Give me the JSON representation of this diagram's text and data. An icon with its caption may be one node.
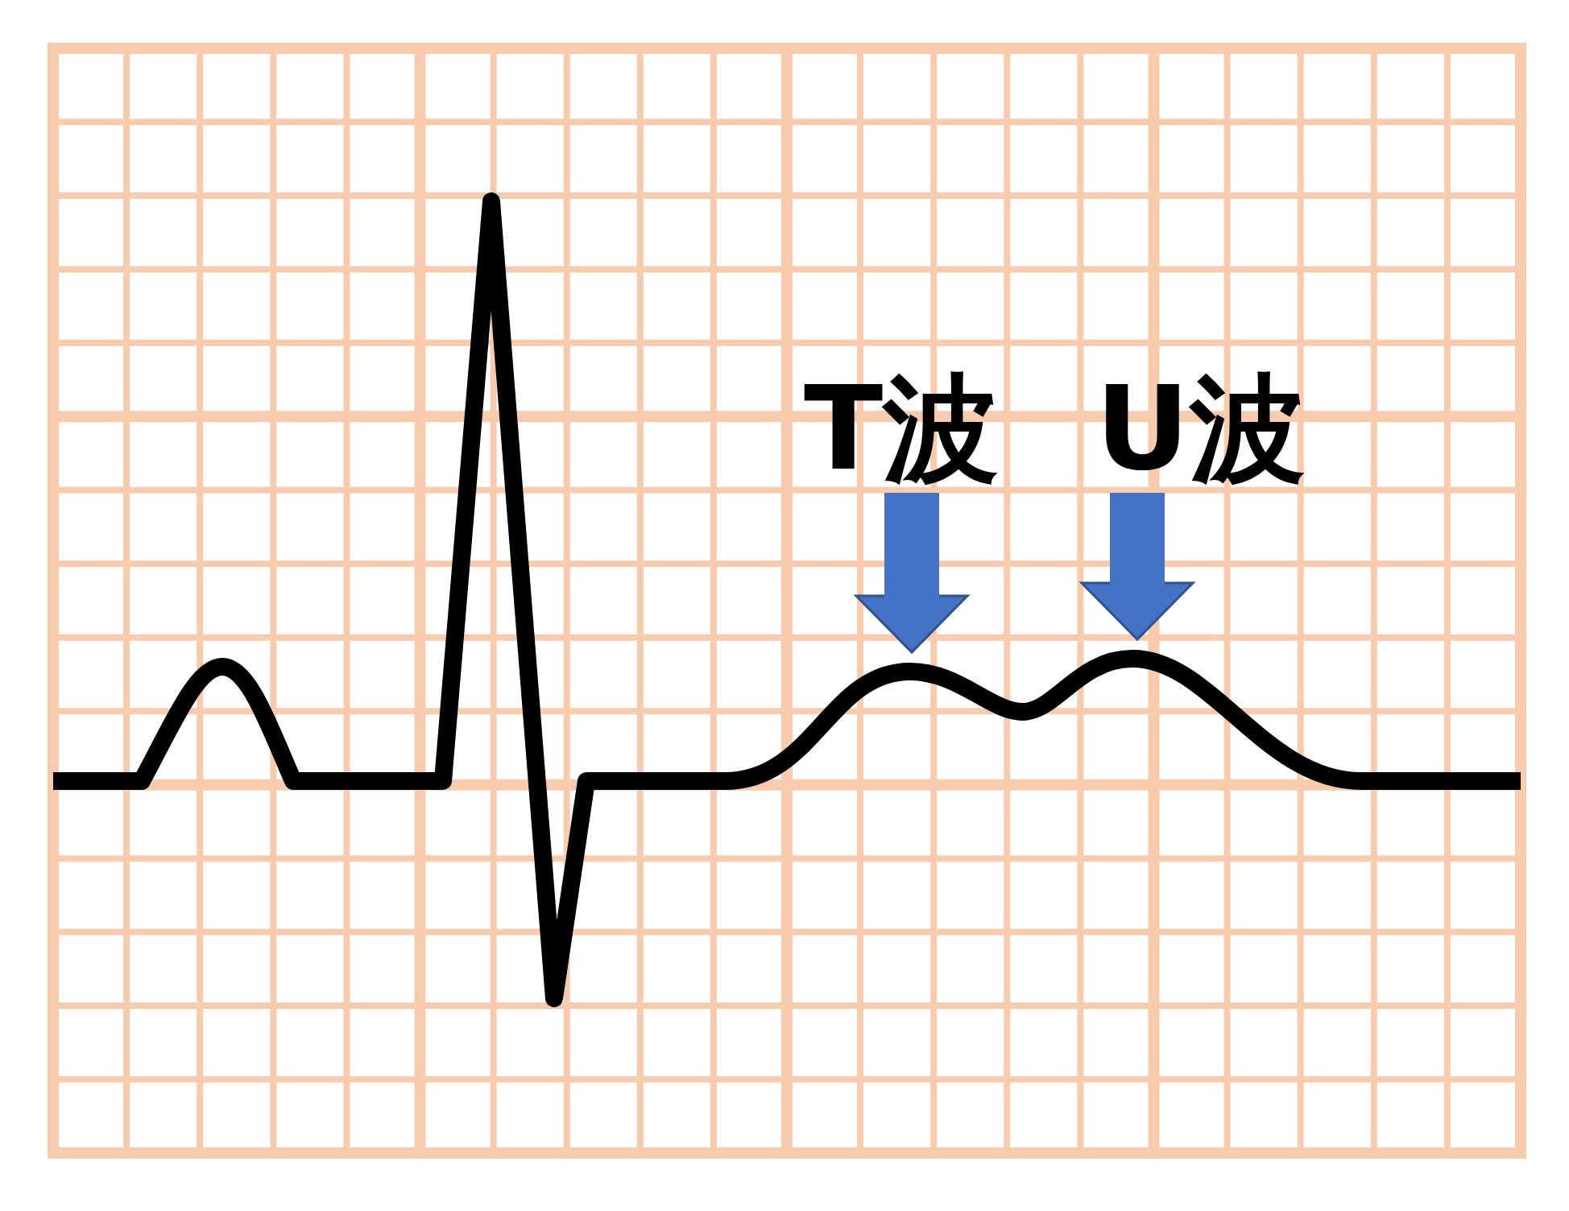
{
  "diagram": {
    "nodes": [
      {
        "text": [
          "T波"
        ]
      },
      {
        "text": [
          "U波"
        ]
      },
      {
        "text": [],
        "shape": "curve"
      },
      {
        "text": [],
        "shape": "curve"
      }
    ],
    "edges": [
      {
        "from": 0,
        "to": 2,
        "arrow": "to"
      },
      {
        "from": 1,
        "to": 3,
        "arrow": "to"
      }
    ]
  }
}
